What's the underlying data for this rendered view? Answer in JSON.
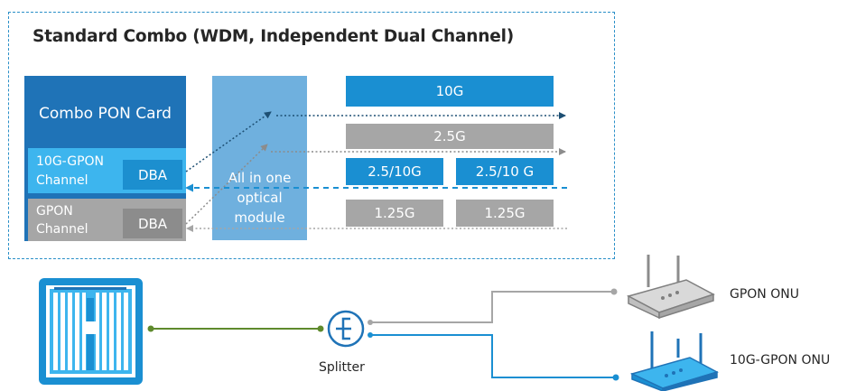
{
  "title": "Standard Combo (WDM, Independent Dual Channel)",
  "card": {
    "title": "Combo  PON Card",
    "channel_10g": {
      "line1": "10G-GPON",
      "line2": "Channel",
      "dba": "DBA"
    },
    "channel_gpon": {
      "line1": "GPON",
      "line2": "Channel",
      "dba": "DBA"
    }
  },
  "module": {
    "line1": "All in one",
    "line2": "optical",
    "line3": "module"
  },
  "rates": {
    "r10g": "10G",
    "r25g": "2.5G",
    "r25_10_a": "2.5/10G",
    "r25_10_b": "2.5/10 G",
    "r125_a": "1.25G",
    "r125_b": "1.25G"
  },
  "splitter_label": "Splitter",
  "onu": {
    "gpon": "GPON ONU",
    "xgpon": "10G-GPON ONU"
  },
  "colors": {
    "blue_dark": "#1f73b7",
    "blue": "#1a8fd2",
    "blue_light": "#3db5ee",
    "gray": "#a6a6a6",
    "green": "#5e8a2c",
    "dashed_blue": "#2a8fc8"
  }
}
